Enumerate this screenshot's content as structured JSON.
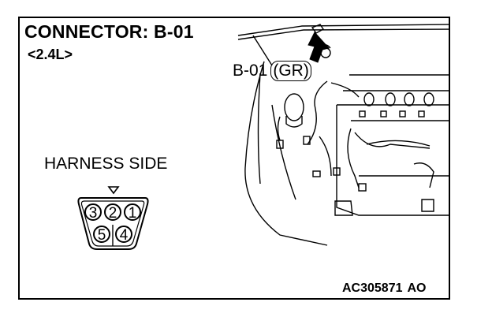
{
  "header": {
    "title": "CONNECTOR: B-01",
    "variant": "<2.4L>"
  },
  "connector": {
    "side_label": "HARNESS SIDE",
    "pins_top": [
      "3",
      "2",
      "1"
    ],
    "pins_bottom": [
      "5",
      "4"
    ]
  },
  "callout": {
    "id": "B-01",
    "color_code": "(GR)"
  },
  "footer": {
    "figure_code": "AC305871",
    "figure_suffix": "AO"
  },
  "icons": {
    "pin1_marker": "triangle-down-icon",
    "pointer": "arrow-up-icon"
  }
}
